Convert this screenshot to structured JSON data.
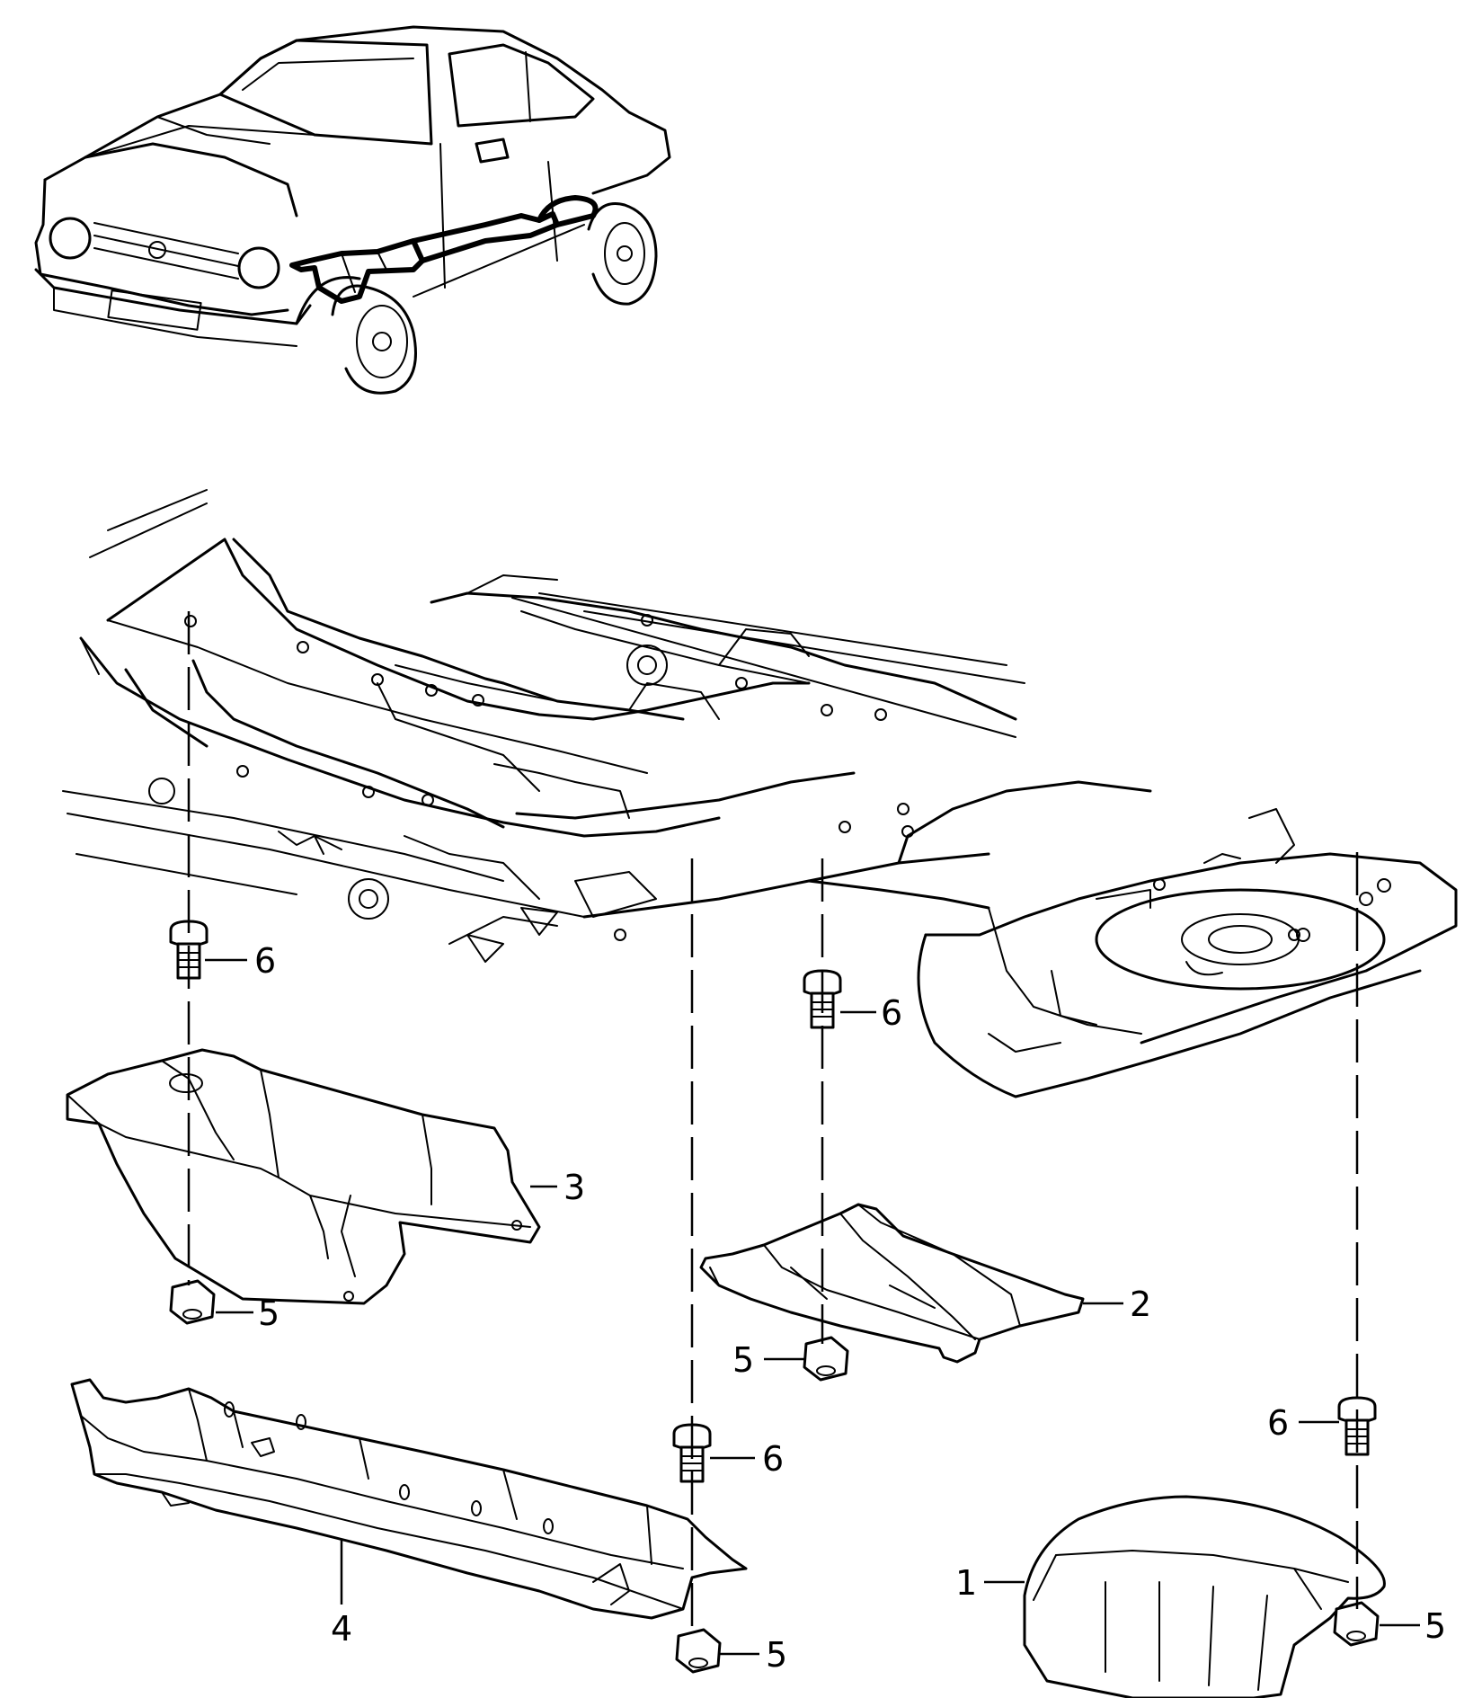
{
  "callouts": {
    "c1": "1",
    "c2": "2",
    "c3": "3",
    "c4": "4",
    "c5a": "5",
    "c5b": "5",
    "c5c": "5",
    "c5d": "5",
    "c6a": "6",
    "c6b": "6",
    "c6c": "6",
    "c6d": "6"
  },
  "colors": {
    "line": "#000000",
    "background": "#ffffff"
  }
}
